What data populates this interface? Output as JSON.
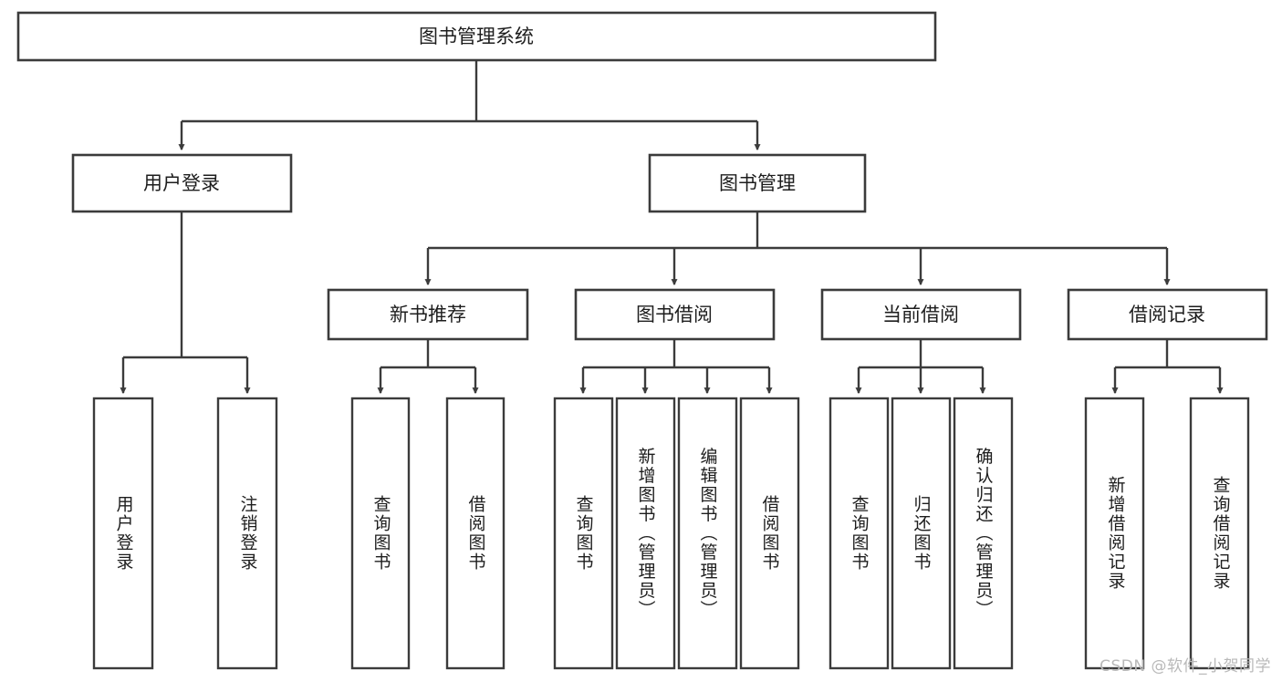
{
  "diagram": {
    "type": "tree-hierarchy",
    "title": "图书管理系统",
    "watermark": "CSDN @软件_小贺同学",
    "colors": {
      "stroke": "#3b3b3b",
      "fill": "#ffffff",
      "text": "#1d1d1d",
      "watermark": "#b9b9b9"
    },
    "levels": {
      "root": {
        "label": "图书管理系统"
      },
      "level2": [
        {
          "label": "用户登录"
        },
        {
          "label": "图书管理"
        }
      ],
      "level3": [
        {
          "label": "新书推荐"
        },
        {
          "label": "图书借阅"
        },
        {
          "label": "当前借阅"
        },
        {
          "label": "借阅记录"
        }
      ]
    },
    "groups": [
      {
        "name": "user-login-leaves",
        "parent": "用户登录",
        "leaves": [
          {
            "label": "用户登录"
          },
          {
            "label": "注销登录"
          }
        ]
      },
      {
        "name": "new-book-recommend-leaves",
        "parent": "新书推荐",
        "leaves": [
          {
            "label": "查询图书"
          },
          {
            "label": "借阅图书"
          }
        ]
      },
      {
        "name": "book-borrow-leaves",
        "parent": "图书借阅",
        "leaves": [
          {
            "label": "查询图书"
          },
          {
            "label": "新增图书（管理员）"
          },
          {
            "label": "编辑图书（管理员）"
          },
          {
            "label": "借阅图书"
          }
        ]
      },
      {
        "name": "current-borrow-leaves",
        "parent": "当前借阅",
        "leaves": [
          {
            "label": "查询图书"
          },
          {
            "label": "归还图书"
          },
          {
            "label": "确认归还（管理员）"
          }
        ]
      },
      {
        "name": "borrow-record-leaves",
        "parent": "借阅记录",
        "leaves": [
          {
            "label": "新增借阅记录"
          },
          {
            "label": "查询借阅记录"
          }
        ]
      }
    ]
  }
}
